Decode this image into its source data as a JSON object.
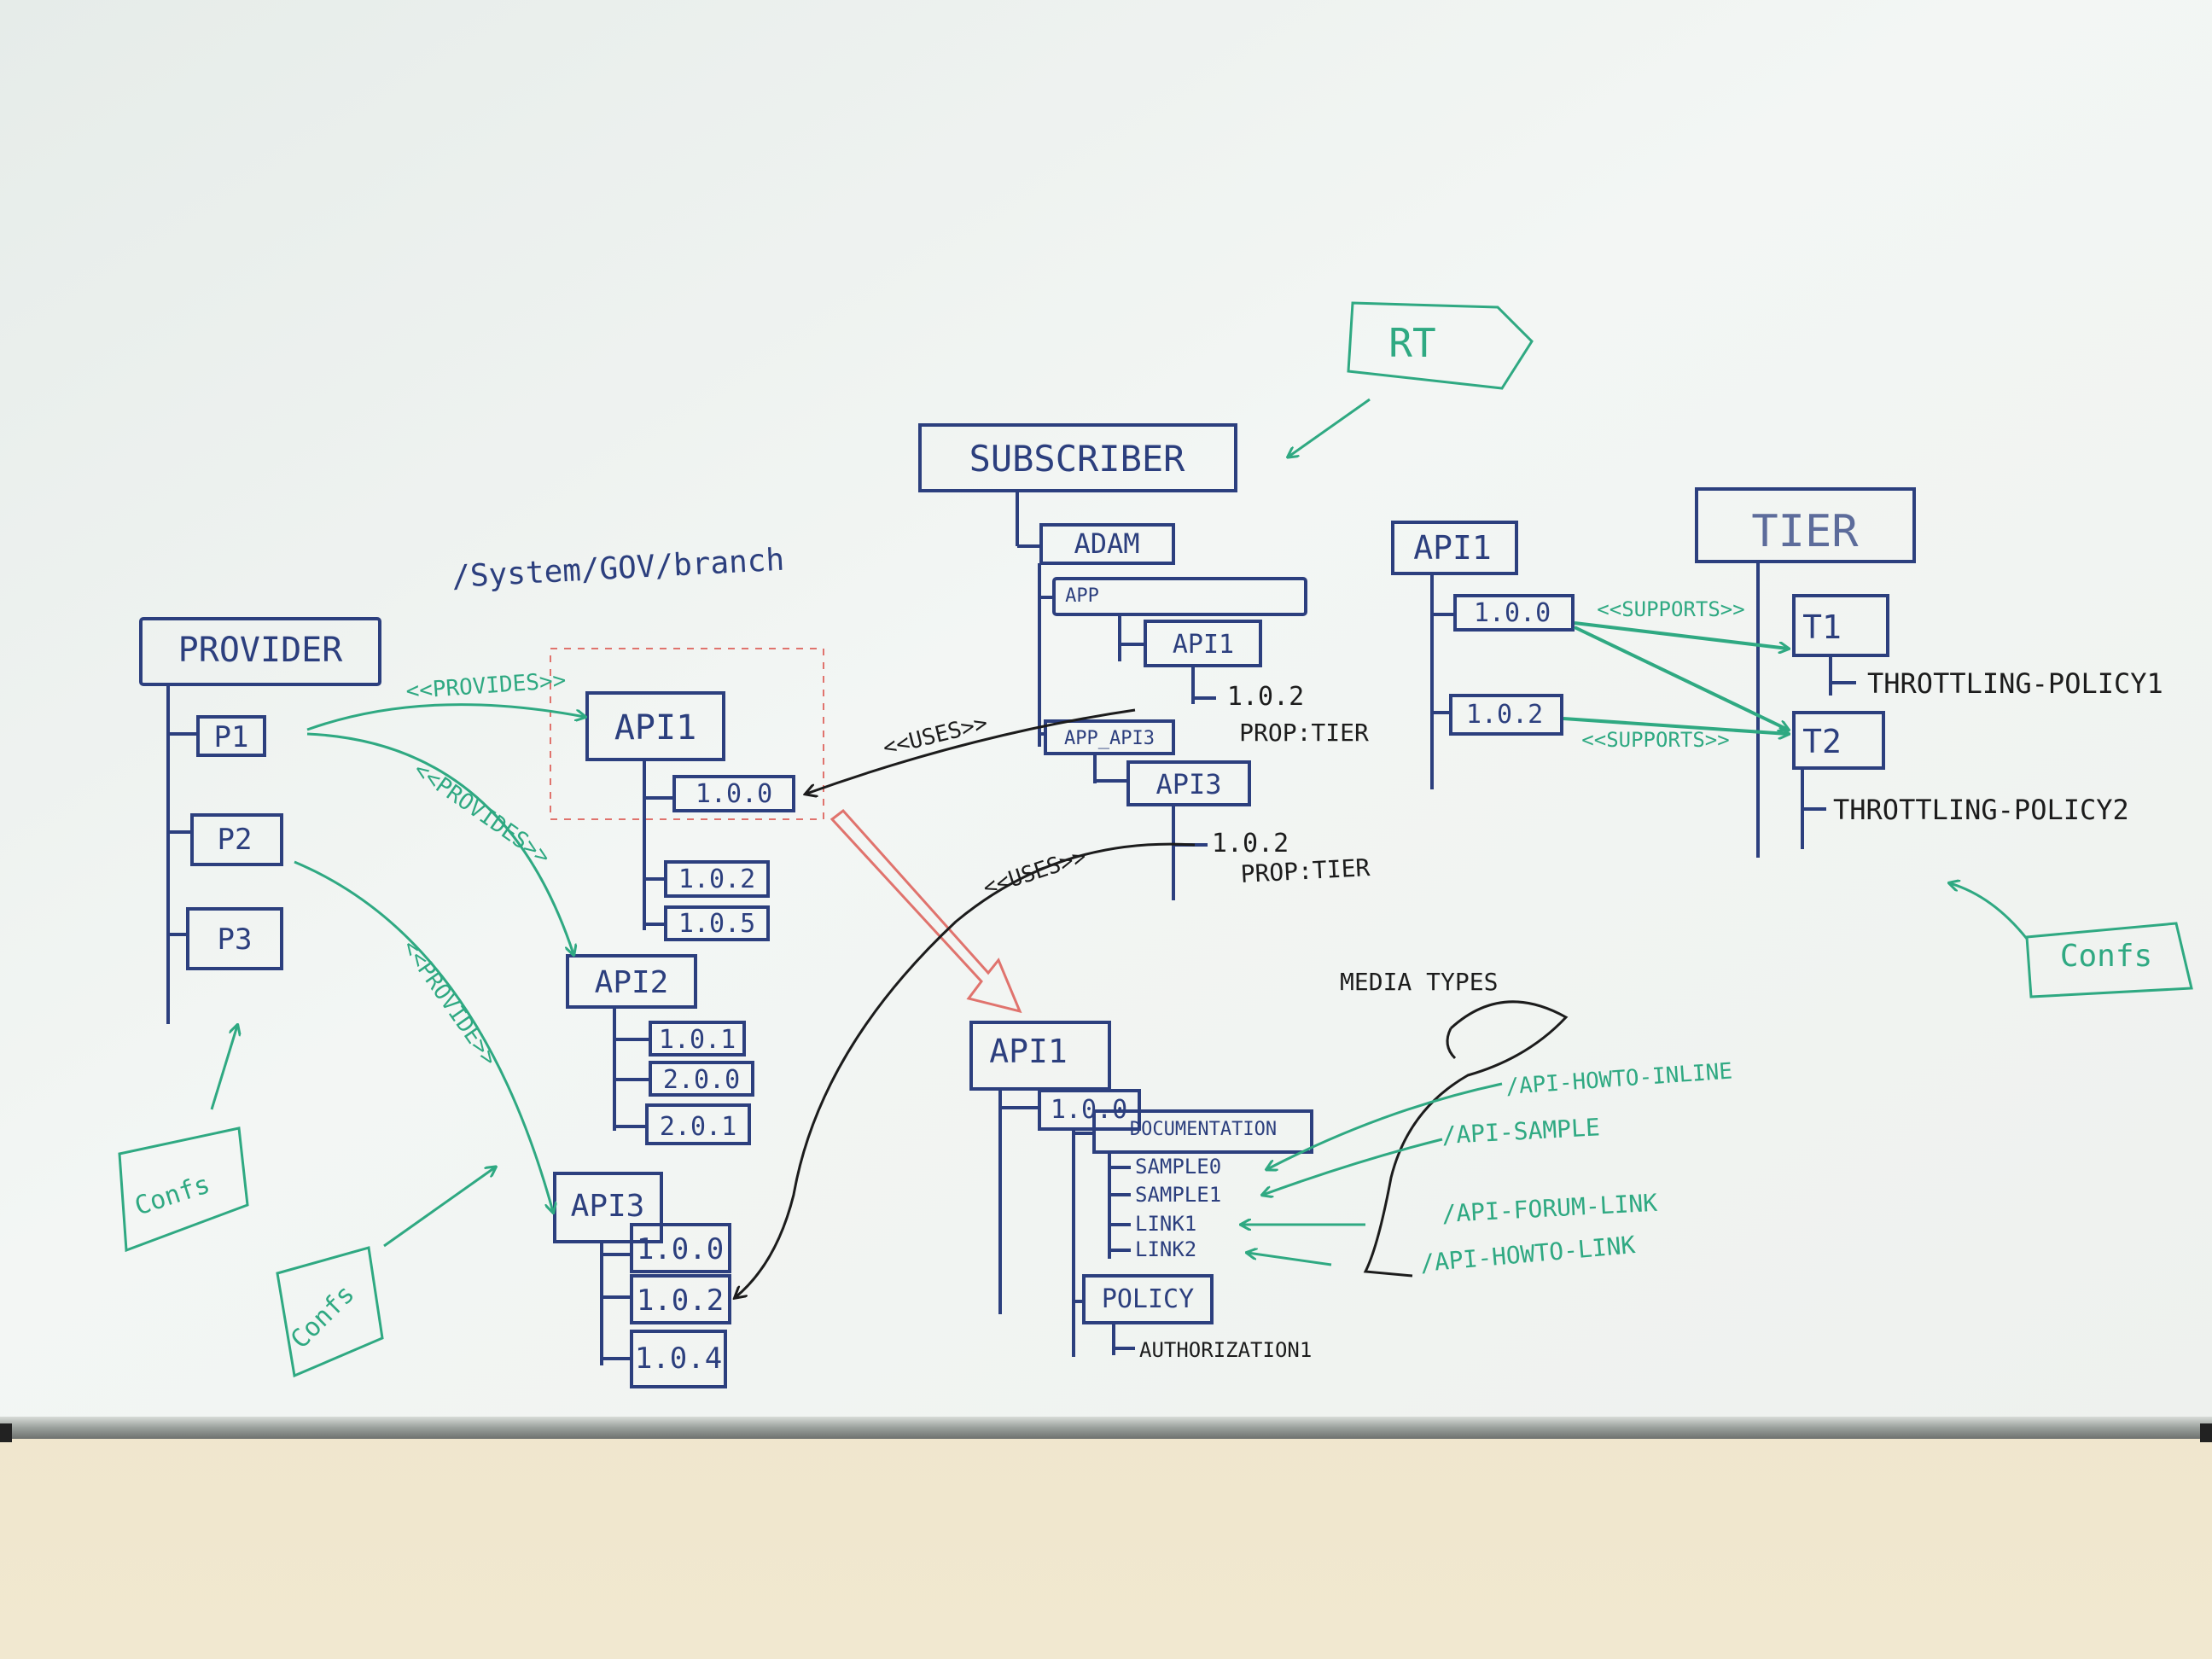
{
  "colors": {
    "blue": "#2c3f7e",
    "green": "#2fa982",
    "black": "#1c1c1c",
    "red": "#e0736d",
    "board": "#eef3f1",
    "wall": "#efe6cf"
  },
  "labels": {
    "path": "/System/GOV/branch",
    "provider": "PROVIDER",
    "p1": "P1",
    "p2": "P2",
    "p3": "P3",
    "confs_a": "Confs",
    "confs_b": "Confs",
    "confs_c": "Confs",
    "provides_1": "<<PROVIDES>>",
    "provides_2": "<<PROVIDES>>",
    "provide_3": "<<PROVIDE>>",
    "api1_l": "API1",
    "api1_l_v100": "1.0.0",
    "api1_l_v102": "1.0.2",
    "api1_l_v105": "1.0.5",
    "api2": "API2",
    "api2_v101": "1.0.1",
    "api2_v200": "2.0.0",
    "api2_v201": "2.0.1",
    "api3_l": "API3",
    "api3_v100": "1.0.0",
    "api3_v102": "1.0.2",
    "api3_v104": "1.0.4",
    "subscriber": "SUBSCRIBER",
    "adam": "ADAM",
    "app": "APP",
    "api1_sub": "API1",
    "v102_a": "1.0.2",
    "prop_tier_a": "PROP:TIER",
    "app_api": "APP_API3",
    "api3_sub": "API3",
    "v102_b": "1.0.2",
    "prop_tier_b": "PROP:TIER",
    "uses_1": "<<USES>>",
    "uses_2": "<<USES>>",
    "rt": "RT",
    "api1_r": "API1",
    "api1_r_v100": "1.0.0",
    "api1_r_v102": "1.0.2",
    "supports_1": "<<SUPPORTS>>",
    "supports_2": "<<SUPPORTS>>",
    "tier": "TIER",
    "t1": "T1",
    "t2": "T2",
    "policy1": "THROTTLING-POLICY1",
    "policy2": "THROTTLING-POLICY2",
    "api1_b": "API1",
    "api1_b_v100": "1.0.0",
    "documentation": "DOCUMENTATION",
    "sample0": "SAMPLE0",
    "sample1": "SAMPLE1",
    "link1": "LINK1",
    "link2": "LINK2",
    "policy": "POLICY",
    "authorization": "AUTHORIZATION1",
    "media_types": "MEDIA TYPES",
    "howto_inline": "/API-HOWTO-INLINE",
    "api_sample": "/API-SAMPLE",
    "forum_link": "/API-FORUM-LINK",
    "howto_link": "/API-HOWTO-LINK"
  }
}
